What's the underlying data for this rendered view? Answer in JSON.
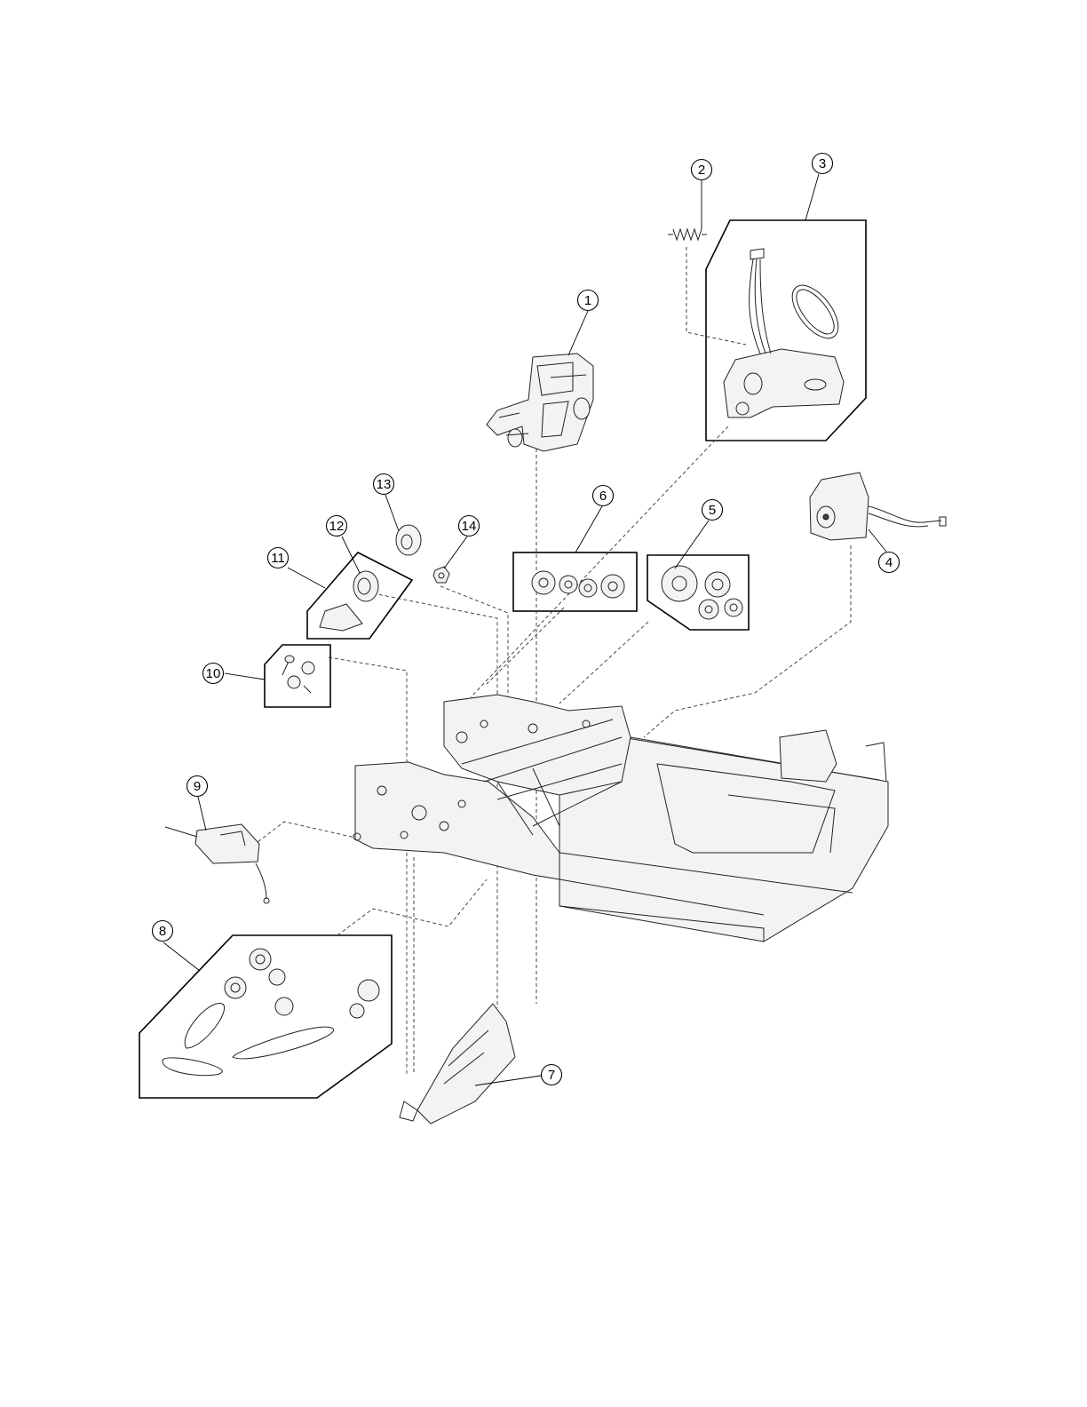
{
  "callouts": [
    {
      "id": "callout-1",
      "label": "1"
    },
    {
      "id": "callout-2",
      "label": "2"
    },
    {
      "id": "callout-3",
      "label": "3"
    },
    {
      "id": "callout-4",
      "label": "4"
    },
    {
      "id": "callout-5",
      "label": "5"
    },
    {
      "id": "callout-6",
      "label": "6"
    },
    {
      "id": "callout-7",
      "label": "7"
    },
    {
      "id": "callout-8",
      "label": "8"
    },
    {
      "id": "callout-9",
      "label": "9"
    },
    {
      "id": "callout-10",
      "label": "10"
    },
    {
      "id": "callout-11",
      "label": "11"
    },
    {
      "id": "callout-12",
      "label": "12"
    },
    {
      "id": "callout-13",
      "label": "13"
    },
    {
      "id": "callout-14",
      "label": "14"
    }
  ]
}
